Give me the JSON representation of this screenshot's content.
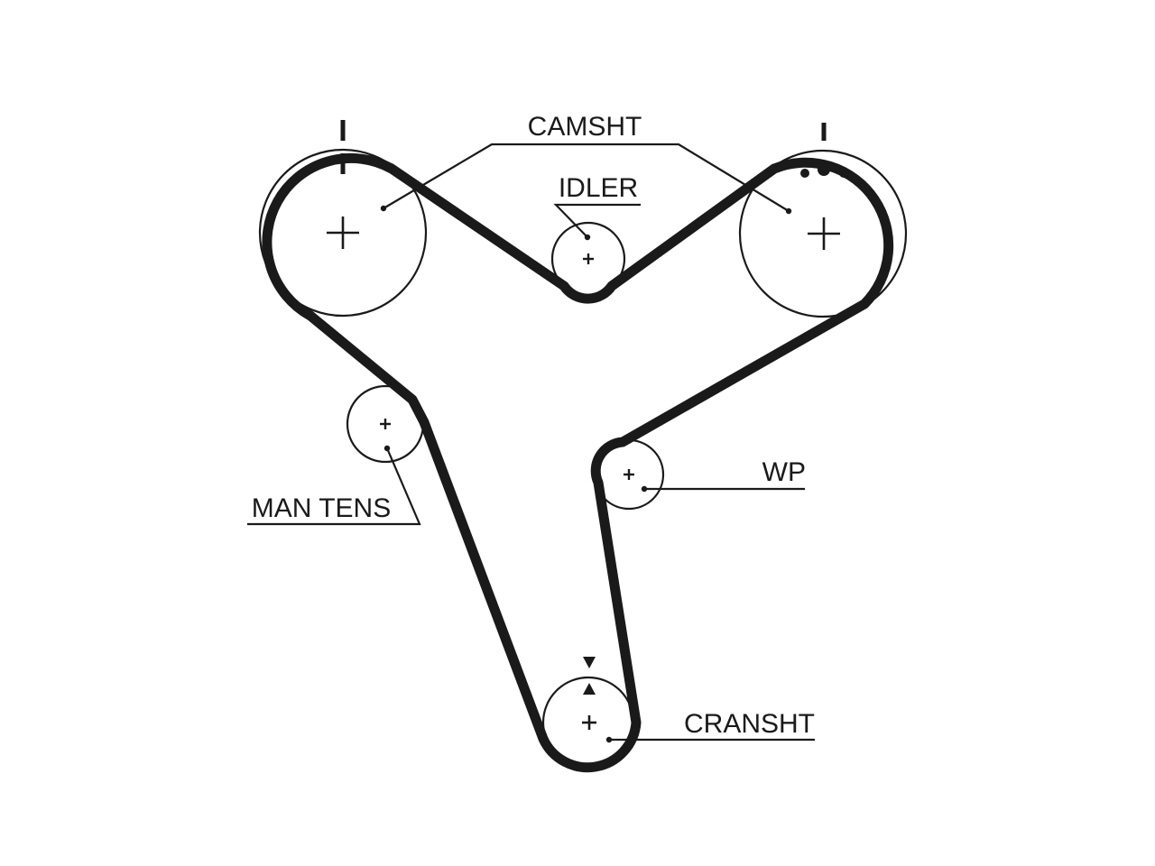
{
  "labels": {
    "camshaft": "CAMSHT",
    "idler": "IDLER",
    "manual_tensioner": "MAN TENS",
    "water_pump": "WP",
    "crankshaft": "CRANSHT"
  }
}
